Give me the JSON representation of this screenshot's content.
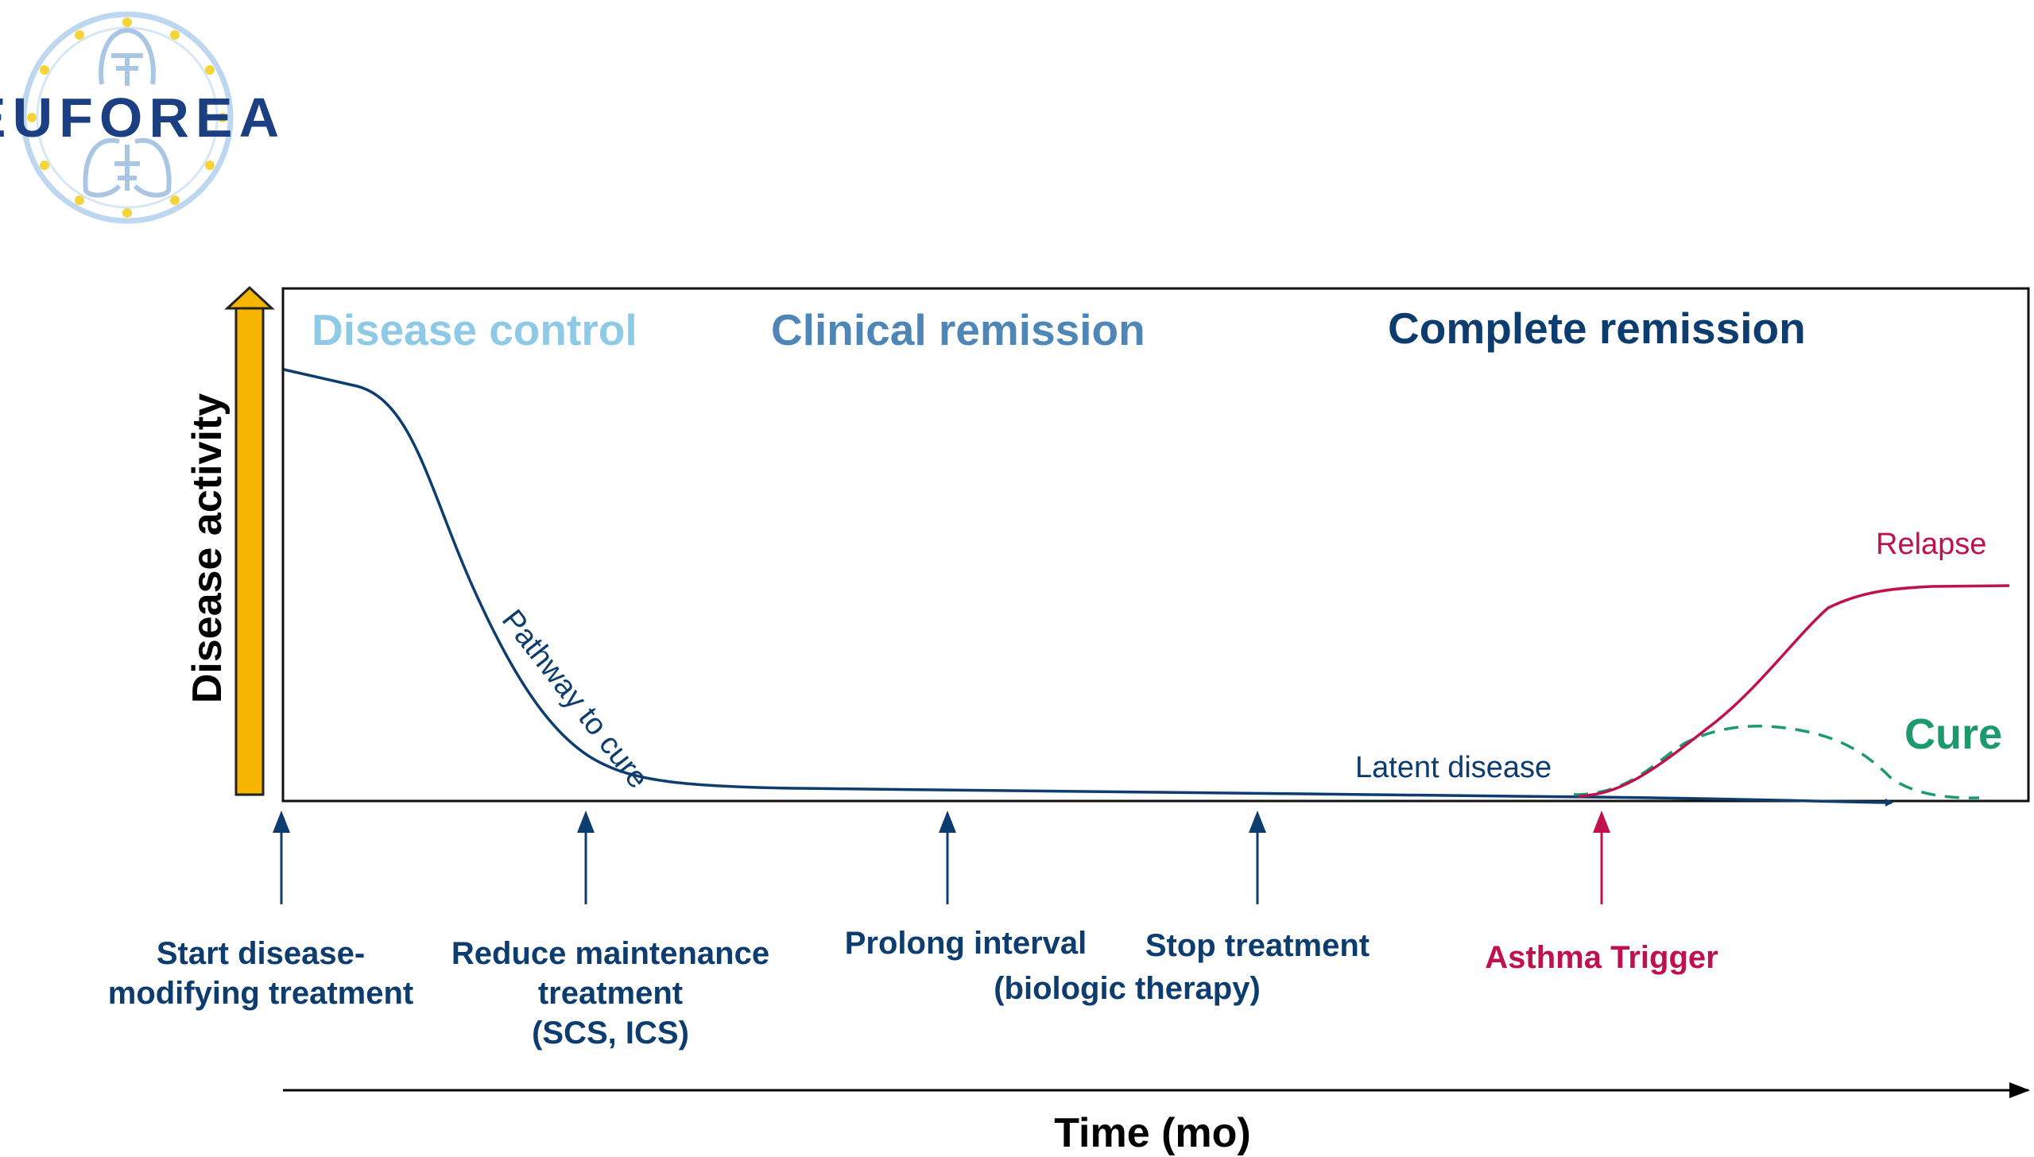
{
  "logo": {
    "text": "EUFOREA"
  },
  "axes": {
    "y_label": "Disease activity",
    "x_label": "Time (mo)"
  },
  "phases": {
    "disease_control": "Disease control",
    "clinical_remission": "Clinical remission",
    "complete_remission": "Complete remission"
  },
  "curve_labels": {
    "pathway": "Pathway to cure",
    "latent": "Latent disease",
    "relapse": "Relapse",
    "cure": "Cure"
  },
  "events": {
    "start_line1": "Start disease-",
    "start_line2": "modifying treatment",
    "reduce_line1": "Reduce maintenance",
    "reduce_line2": "treatment",
    "reduce_line3": "(SCS, ICS)",
    "prolong": "Prolong interval",
    "biologic": "(biologic therapy)",
    "stop": "Stop treatment",
    "trigger": "Asthma Trigger"
  },
  "colors": {
    "navy": "#0d3c6e",
    "light_blue": "#8ec9e6",
    "mid_blue": "#4e86b8",
    "relapse": "#c0114f",
    "cure": "#1c9a6c",
    "bar": "#f7b500"
  }
}
